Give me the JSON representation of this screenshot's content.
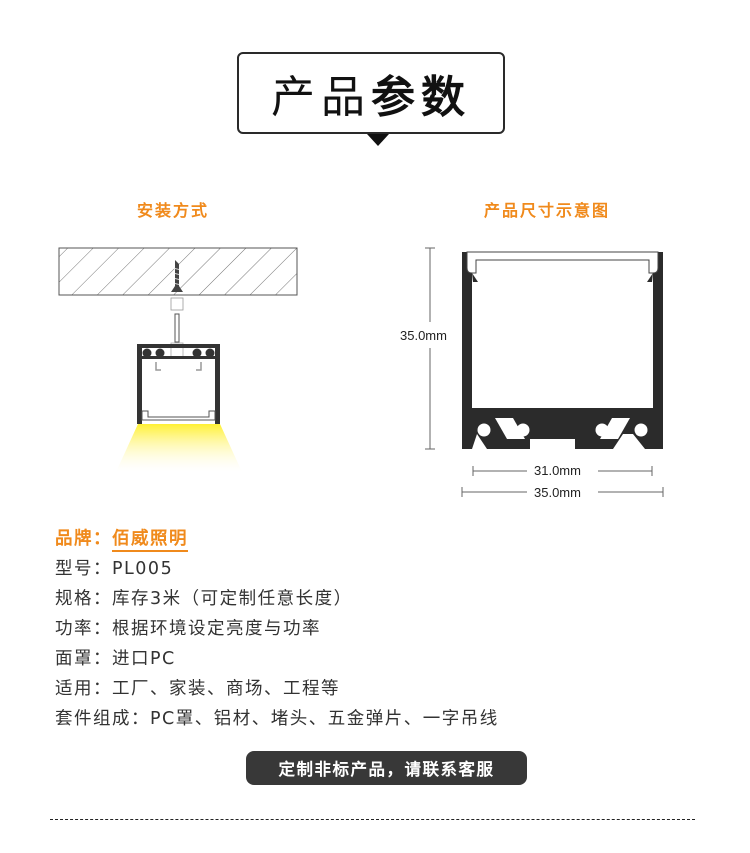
{
  "title": {
    "part1": "产品",
    "part2": "参数"
  },
  "sections": {
    "installation": {
      "heading": "安装方式"
    },
    "dimensions": {
      "heading": "产品尺寸示意图",
      "height_label": "35.0mm",
      "inner_width_label": "31.0mm",
      "outer_width_label": "35.0mm"
    }
  },
  "specs": [
    {
      "label": "品牌：",
      "value": "佰威照明"
    },
    {
      "label": "型号：",
      "value": "PL005"
    },
    {
      "label": "规格：",
      "value": "库存3米（可定制任意长度）"
    },
    {
      "label": "功率：",
      "value": "根据环境设定亮度与功率"
    },
    {
      "label": "面罩：",
      "value": "进口PC"
    },
    {
      "label": "适用：",
      "value": "工厂、家装、商场、工程等"
    },
    {
      "label": "套件组成：",
      "value": "PC罩、铝材、堵头、五金弹片、一字吊线"
    }
  ],
  "cta": {
    "label": "定制非标产品，请联系客服"
  },
  "colors": {
    "accent": "#f08a1c",
    "profile": "#2b2b2b",
    "cta_bg": "#383838",
    "light": "#fff36a"
  }
}
